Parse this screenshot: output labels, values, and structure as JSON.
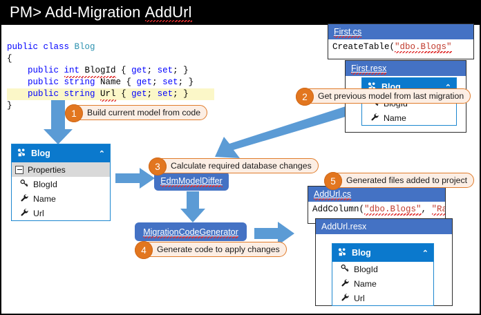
{
  "window": {
    "prompt_prefix": "PM>",
    "command": "Add-Migration",
    "argument": "AddUrl"
  },
  "code": {
    "lines": [
      [
        {
          "t": "public ",
          "c": "kw"
        },
        {
          "t": "class ",
          "c": "kw"
        },
        {
          "t": "Blog",
          "c": "typ"
        }
      ],
      [
        {
          "t": "{",
          "c": ""
        }
      ],
      [
        {
          "t": "    public ",
          "c": "kw"
        },
        {
          "t": "int",
          "c": "kw sq"
        },
        {
          "t": " BlogId",
          "c": "sq"
        },
        {
          "t": " { ",
          "c": ""
        },
        {
          "t": "get",
          "c": "kw"
        },
        {
          "t": "; ",
          "c": ""
        },
        {
          "t": "set",
          "c": "kw"
        },
        {
          "t": "; }",
          "c": ""
        }
      ],
      [
        {
          "t": "    public ",
          "c": "kw"
        },
        {
          "t": "string",
          "c": "kw"
        },
        {
          "t": " Name { ",
          "c": ""
        },
        {
          "t": "get",
          "c": "kw"
        },
        {
          "t": "; ",
          "c": ""
        },
        {
          "t": "set",
          "c": "kw"
        },
        {
          "t": "; }",
          "c": ""
        }
      ],
      [
        {
          "t": "    public ",
          "c": "kw"
        },
        {
          "t": "string",
          "c": "kw"
        },
        {
          "t": " ",
          "c": ""
        },
        {
          "t": "Url",
          "c": "sq"
        },
        {
          "t": " { ",
          "c": ""
        },
        {
          "t": "get",
          "c": "kw"
        },
        {
          "t": "; ",
          "c": ""
        },
        {
          "t": "set",
          "c": "kw"
        },
        {
          "t": "; }",
          "c": ""
        }
      ],
      [
        {
          "t": "}",
          "c": ""
        }
      ]
    ],
    "highlighted_line_index": 4
  },
  "callouts": [
    {
      "num": "1",
      "text": "Build current model from code"
    },
    {
      "num": "2",
      "text": "Get previous model from last migration"
    },
    {
      "num": "3",
      "text": "Calculate required database changes"
    },
    {
      "num": "4",
      "text": "Generate code to apply changes"
    },
    {
      "num": "5",
      "text": "Generated files added to project"
    }
  ],
  "model_boxes": [
    {
      "id": "current-model",
      "title": "Blog",
      "chevron": "⌃",
      "show_properties_row": true,
      "properties_label": "Properties",
      "members": [
        {
          "icon": "key",
          "label": "BlogId"
        },
        {
          "icon": "wrench",
          "label": "Name"
        },
        {
          "icon": "wrench",
          "label": "Url"
        }
      ]
    },
    {
      "id": "previous-model",
      "title": "Blog",
      "chevron": "⌃",
      "show_properties_row": false,
      "properties_label": "",
      "members": [
        {
          "icon": "key",
          "label": "BlogId"
        },
        {
          "icon": "wrench",
          "label": "Name"
        }
      ]
    },
    {
      "id": "generated-model",
      "title": "Blog",
      "chevron": "⌃",
      "show_properties_row": false,
      "properties_label": "",
      "members": [
        {
          "icon": "key",
          "label": "BlogId"
        },
        {
          "icon": "wrench",
          "label": "Name"
        },
        {
          "icon": "wrench",
          "label": "Url"
        }
      ]
    }
  ],
  "file_windows": [
    {
      "id": "first-cs",
      "title": "First.cs",
      "title_link": true,
      "code": [
        {
          "t": "CreateTable(",
          "c": ""
        },
        {
          "t": "\"dbo.Blogs\"",
          "c": "str"
        }
      ]
    },
    {
      "id": "first-resx",
      "title": "First.resx",
      "title_link": true,
      "code": []
    },
    {
      "id": "addurl-cs",
      "title": "AddUrl.cs",
      "title_link": true,
      "code": [
        {
          "t": "AddColumn(",
          "c": ""
        },
        {
          "t": "\"dbo.Blogs\"",
          "c": "str"
        },
        {
          "t": ", ",
          "c": ""
        },
        {
          "t": "\"Rat",
          "c": "str"
        }
      ]
    },
    {
      "id": "addurl-resx",
      "title": "AddUrl.resx",
      "title_link": false,
      "code": []
    }
  ],
  "nodes": [
    {
      "id": "edm-model-differ",
      "label": "EdmModelDiffer"
    },
    {
      "id": "migration-code-generator",
      "label": "MigrationCodeGenerator"
    }
  ],
  "colors": {
    "accent_blue": "#4472c4",
    "arrow_blue": "#5b9bd5",
    "header_blue": "#0b79cd",
    "callout_orange": "#e2761f",
    "callout_fill": "#fceee4",
    "keyword": "#0000ff",
    "type": "#2b91af",
    "string": "#c0392b",
    "highlight": "#fbf7c8",
    "titlebar": "#000000"
  }
}
